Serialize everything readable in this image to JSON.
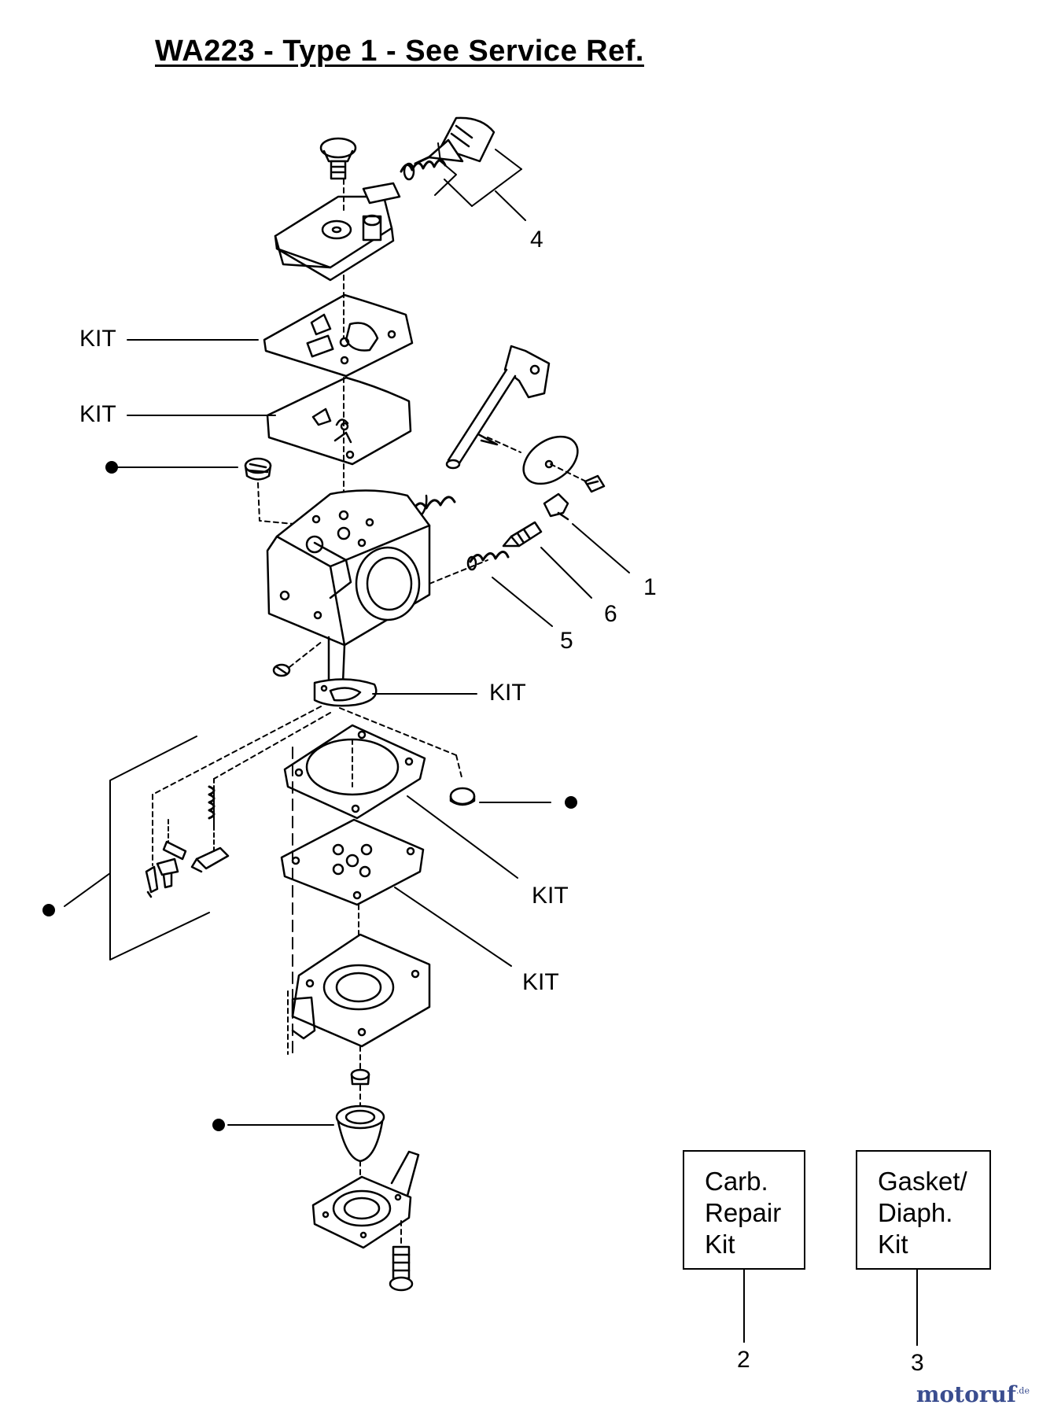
{
  "title": "WA223 - Type 1 - See Service Ref.",
  "callouts": {
    "part_4": "4",
    "part_1": "1",
    "part_6": "6",
    "part_5": "5",
    "kit_1": "KIT",
    "kit_2": "KIT",
    "kit_3": "KIT",
    "kit_4": "KIT",
    "kit_5": "KIT"
  },
  "kit_boxes": {
    "carb_repair": {
      "line1": "Carb.",
      "line2": "Repair",
      "line3": "Kit",
      "number": "2"
    },
    "gasket_diaph": {
      "line1": "Gasket/",
      "line2": "Diaph.",
      "line3": "Kit",
      "number": "3"
    }
  },
  "watermark": {
    "brand": "motoruf",
    "suffix": ".de"
  },
  "icons": [
    "kit-dot-icon"
  ]
}
